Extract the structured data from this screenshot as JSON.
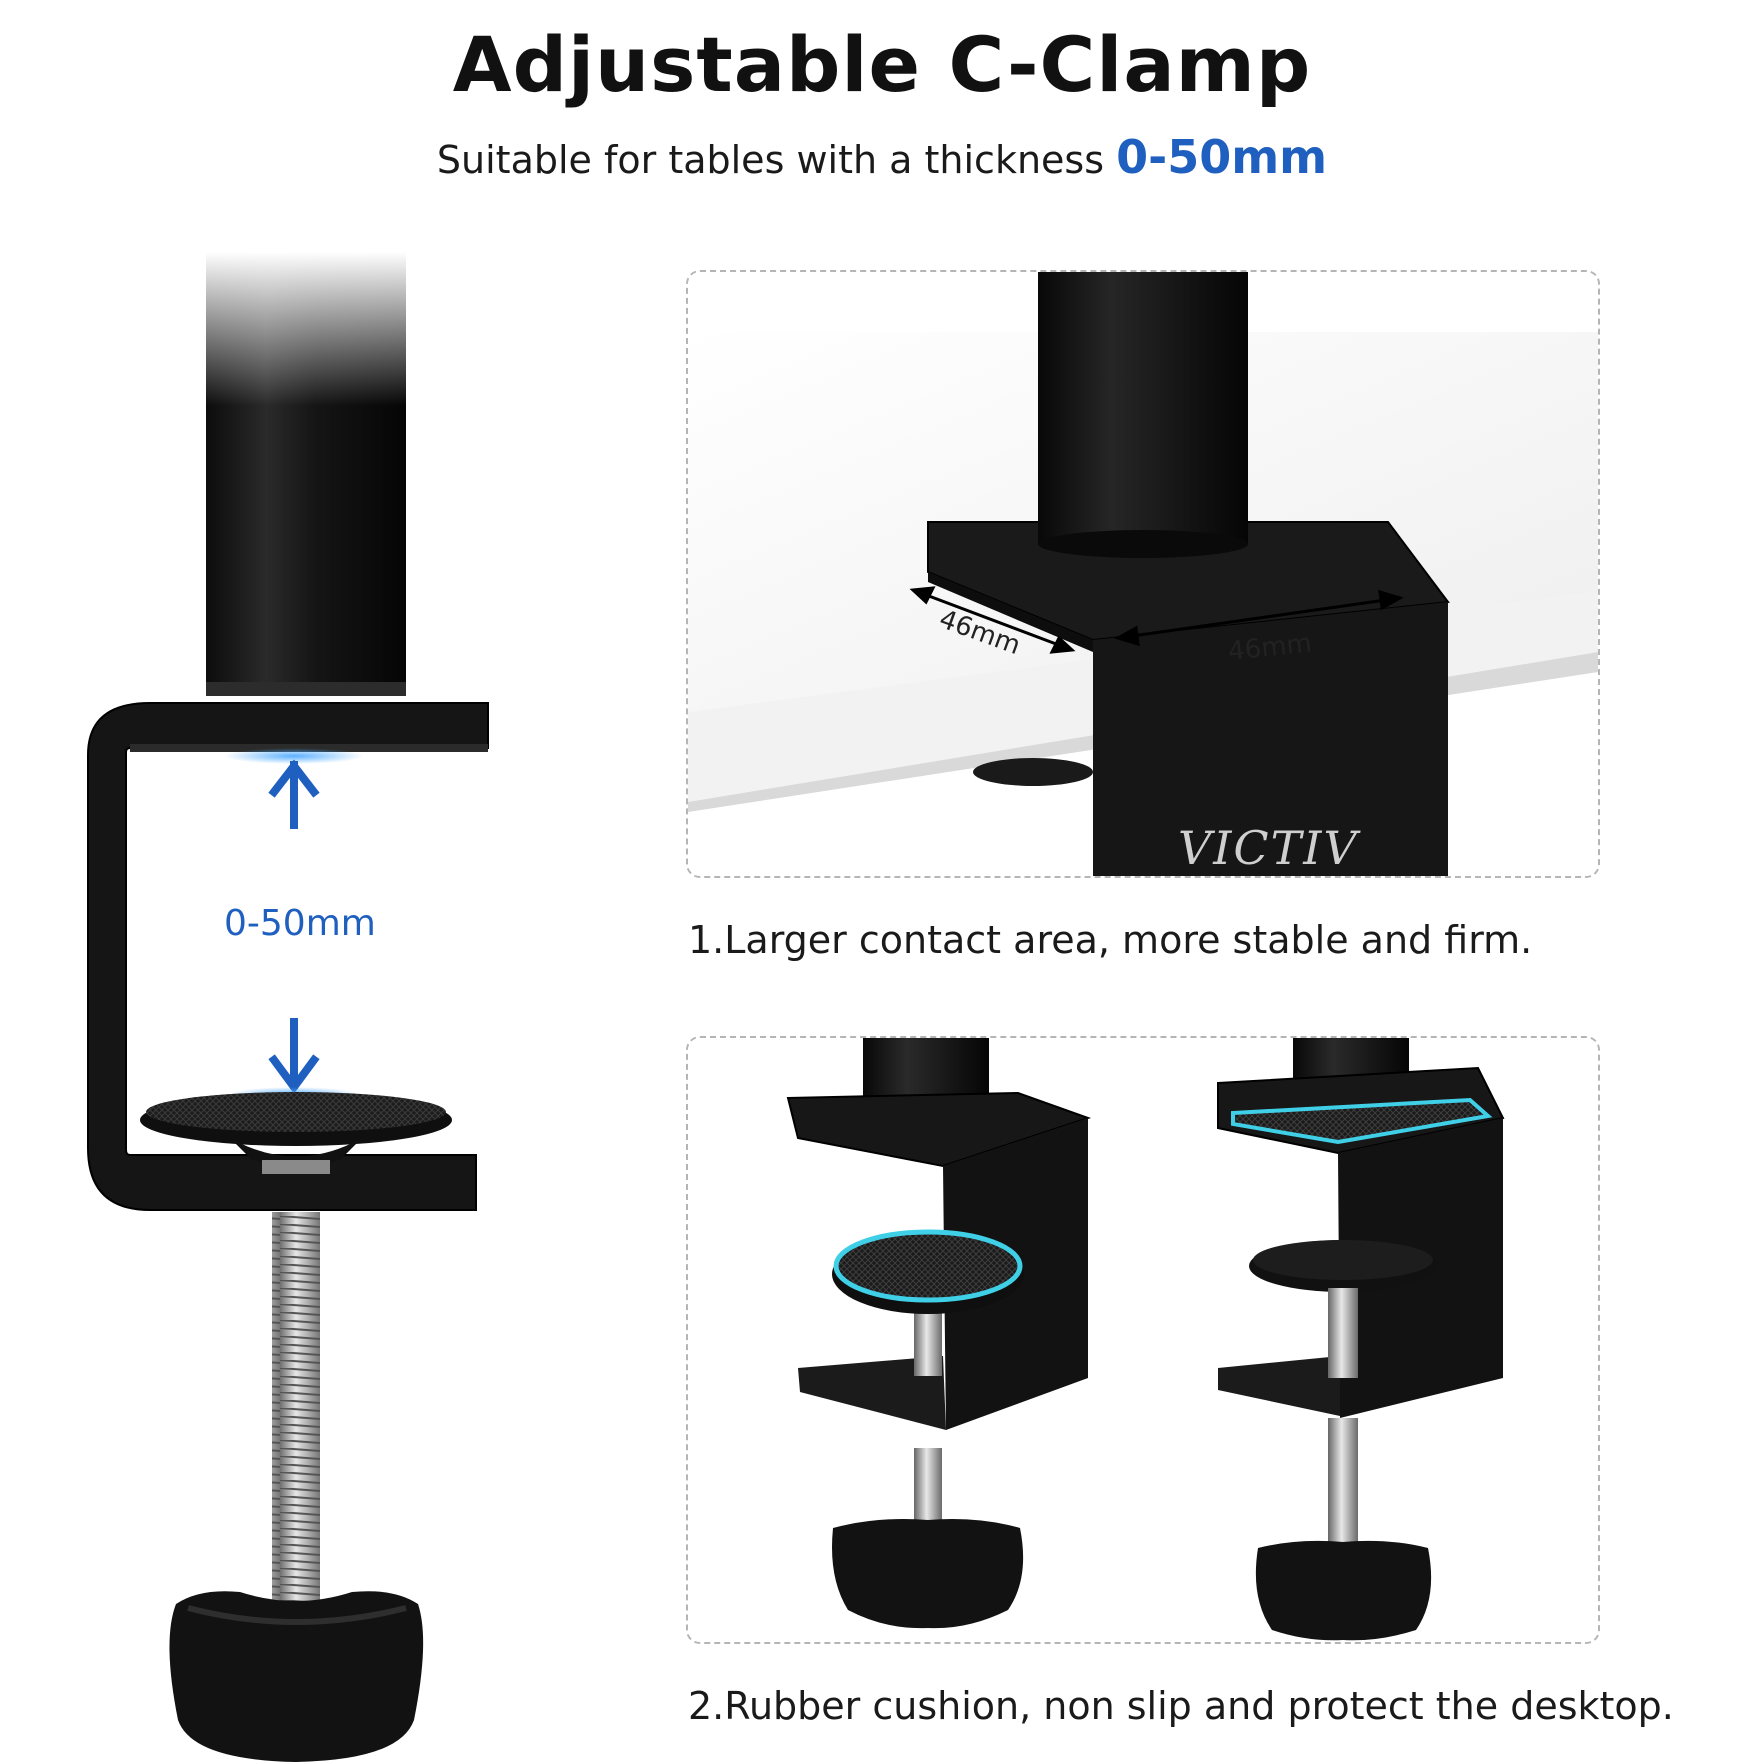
{
  "header": {
    "title": "Adjustable C-Clamp",
    "subtitle_prefix": "Suitable for tables with a thickness ",
    "subtitle_highlight": "0-50mm"
  },
  "main_diagram": {
    "range_label": "0-50mm"
  },
  "panel_1": {
    "dim_left": "46mm",
    "dim_right": "46mm",
    "brand_mark": "VICTIV",
    "caption": "1.Larger contact area, more stable and firm."
  },
  "panel_2": {
    "caption": "2.Rubber cushion, non slip and protect the desktop."
  },
  "colors": {
    "accent_blue": "#1f5fbf",
    "highlight_cyan": "#3fd0e8",
    "metal_black": "#141414"
  }
}
